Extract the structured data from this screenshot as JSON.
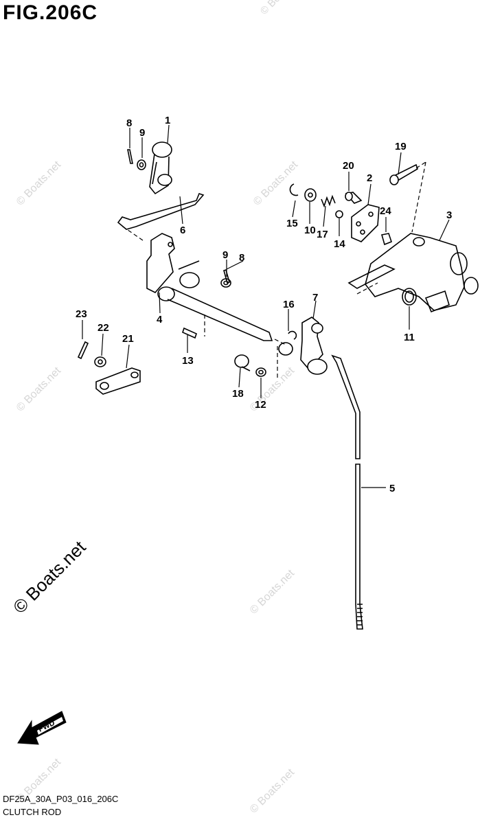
{
  "figure": {
    "title": "FIG.206C",
    "code": "DF25A_30A_P03_016_206C",
    "name": "CLUTCH ROD",
    "fwd_label": "FWD"
  },
  "watermark": {
    "small": "© Boats.net",
    "large": "© Boats.net"
  },
  "callouts": [
    "1",
    "2",
    "3",
    "4",
    "5",
    "6",
    "7",
    "8",
    "8",
    "9",
    "9",
    "10",
    "11",
    "12",
    "13",
    "14",
    "15",
    "16",
    "17",
    "18",
    "19",
    "20",
    "21",
    "22",
    "23",
    "24"
  ]
}
